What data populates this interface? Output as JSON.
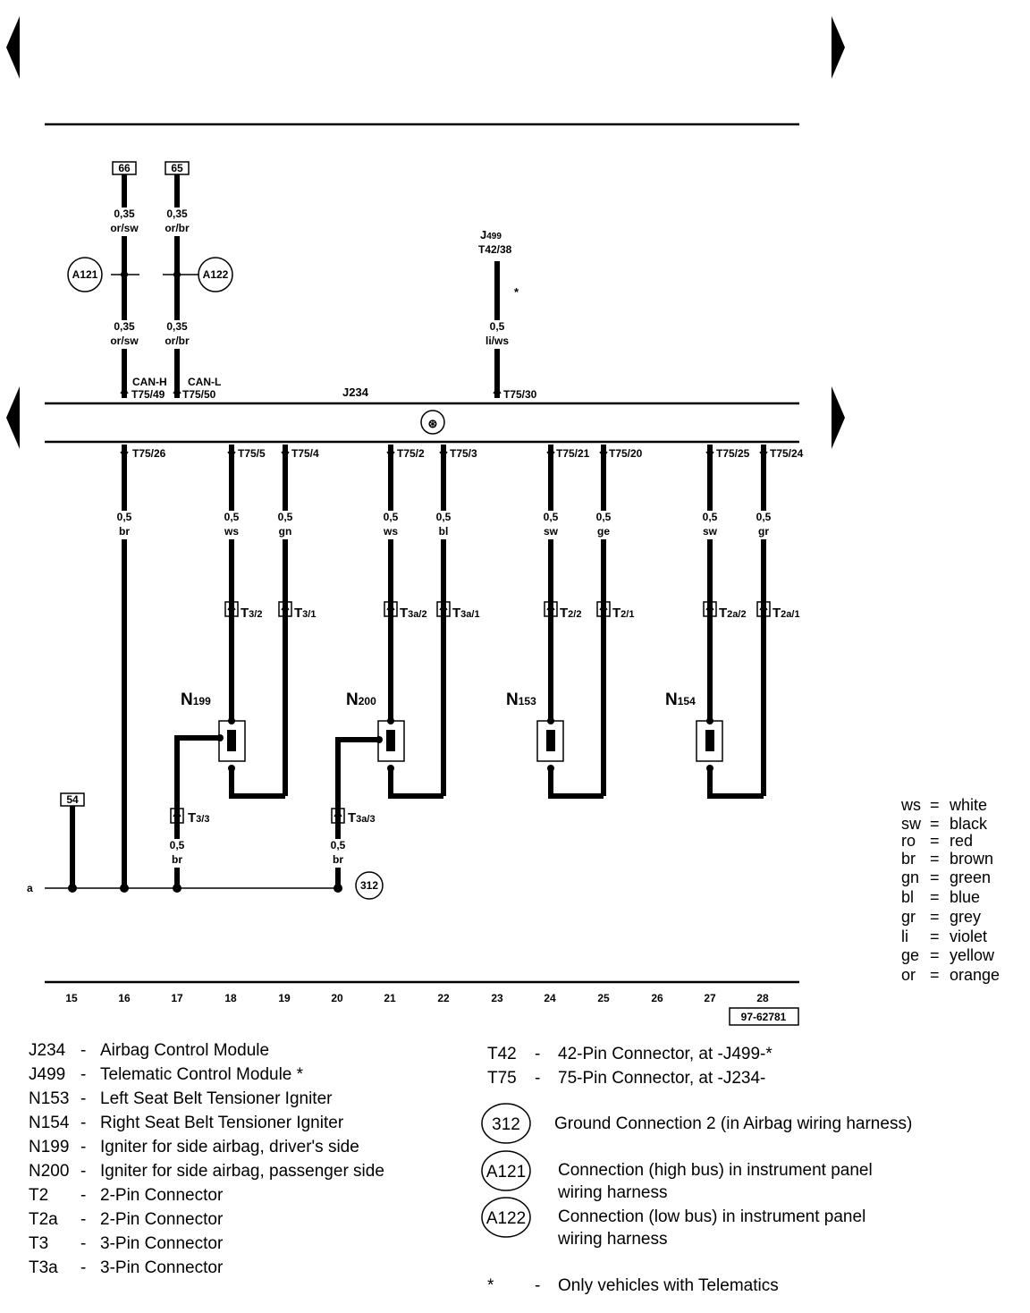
{
  "component_id": "J234",
  "connection_labels": {
    "G6": "66",
    "G5": "65",
    "A121": "A121",
    "A122": "A122",
    "J499": "J499",
    "T42_38": "T42/38",
    "star": "*",
    "ground_54": "54",
    "ground_312": "312",
    "a": "a",
    "can_h": "CAN-H",
    "can_l": "CAN-L",
    "igniter": "⊛"
  },
  "top_wires": [
    {
      "id": "g6-upper",
      "size": "0,35",
      "color": "or/sw"
    },
    {
      "id": "g5-upper",
      "size": "0,35",
      "color": "or/br"
    },
    {
      "id": "g6-lower",
      "size": "0,35",
      "color": "or/sw"
    },
    {
      "id": "g5-lower",
      "size": "0,35",
      "color": "or/br"
    },
    {
      "id": "j499",
      "size": "0,5",
      "color": "li/ws"
    }
  ],
  "top_pins": [
    "T75/49",
    "T75/50",
    "T75/30"
  ],
  "bottom_pins": [
    "T75/26",
    "T75/5",
    "T75/4",
    "T75/2",
    "T75/3",
    "T75/21",
    "T75/20",
    "T75/25",
    "T75/24"
  ],
  "bottom_wires": [
    {
      "size": "0,5",
      "color": "br"
    },
    {
      "size": "0,5",
      "color": "ws"
    },
    {
      "size": "0,5",
      "color": "gn"
    },
    {
      "size": "0,5",
      "color": "ws"
    },
    {
      "size": "0,5",
      "color": "bl"
    },
    {
      "size": "0,5",
      "color": "sw"
    },
    {
      "size": "0,5",
      "color": "ge"
    },
    {
      "size": "0,5",
      "color": "sw"
    },
    {
      "size": "0,5",
      "color": "gr"
    }
  ],
  "connectors": [
    {
      "main": "T",
      "sub": "3/2"
    },
    {
      "main": "T",
      "sub": "3/1"
    },
    {
      "main": "T",
      "sub": "3a/2"
    },
    {
      "main": "T",
      "sub": "3a/1"
    },
    {
      "main": "T",
      "sub": "2/2"
    },
    {
      "main": "T",
      "sub": "2/1"
    },
    {
      "main": "T",
      "sub": "2a/2"
    },
    {
      "main": "T",
      "sub": "2a/1"
    },
    {
      "main": "T",
      "sub": "3/3"
    },
    {
      "main": "T",
      "sub": "3a/3"
    }
  ],
  "components": [
    {
      "main": "N",
      "sub": "199"
    },
    {
      "main": "N",
      "sub": "200"
    },
    {
      "main": "N",
      "sub": "153"
    },
    {
      "main": "N",
      "sub": "154"
    }
  ],
  "ground_wires": [
    {
      "size": "0,5",
      "color": "br"
    },
    {
      "size": "0,5",
      "color": "br"
    }
  ],
  "column_numbers": [
    "15",
    "16",
    "17",
    "18",
    "19",
    "20",
    "21",
    "22",
    "23",
    "24",
    "25",
    "26",
    "27",
    "28"
  ],
  "diagram_code": "97-62781",
  "color_key": [
    {
      "code": "ws",
      "sep": "=",
      "name": "white"
    },
    {
      "code": "sw",
      "sep": "=",
      "name": "black"
    },
    {
      "code": "ro",
      "sep": "=",
      "name": "red"
    },
    {
      "code": "br",
      "sep": "=",
      "name": "brown"
    },
    {
      "code": "gn",
      "sep": "=",
      "name": "green"
    },
    {
      "code": "bl",
      "sep": "=",
      "name": "blue"
    },
    {
      "code": "gr",
      "sep": "=",
      "name": "grey"
    },
    {
      "code": "li",
      "sep": "=",
      "name": "violet"
    },
    {
      "code": "ge",
      "sep": "=",
      "name": "yellow"
    },
    {
      "code": "or",
      "sep": "=",
      "name": "orange"
    }
  ],
  "legend_left": [
    {
      "code": "J234",
      "sep": "-",
      "desc": "Airbag Control Module"
    },
    {
      "code": "J499",
      "sep": "-",
      "desc": "Telematic Control Module *"
    },
    {
      "code": "N153",
      "sep": "-",
      "desc": "Left Seat Belt Tensioner Igniter"
    },
    {
      "code": "N154",
      "sep": "-",
      "desc": "Right Seat Belt Tensioner Igniter"
    },
    {
      "code": "N199",
      "sep": "-",
      "desc": "Igniter for side airbag, driver's side"
    },
    {
      "code": "N200",
      "sep": "-",
      "desc": "Igniter for side airbag, passenger side"
    },
    {
      "code": "T2",
      "sep": "-",
      "desc": "2-Pin Connector"
    },
    {
      "code": "T2a",
      "sep": "-",
      "desc": "2-Pin Connector"
    },
    {
      "code": "T3",
      "sep": "-",
      "desc": "3-Pin Connector"
    },
    {
      "code": "T3a",
      "sep": "-",
      "desc": "3-Pin Connector"
    }
  ],
  "legend_right": [
    {
      "code": "T42",
      "sep": "-",
      "desc": "42-Pin Connector, at -J499-*"
    },
    {
      "code": "T75",
      "sep": "-",
      "desc": "75-Pin Connector, at -J234-"
    }
  ],
  "legend_circles": [
    {
      "code": "312",
      "desc1": "Ground Connection 2 (in Airbag wiring harness)",
      "desc2": ""
    },
    {
      "code": "A121",
      "desc1": "Connection (high bus) in instrument panel",
      "desc2": "wiring harness"
    },
    {
      "code": "A122",
      "desc1": "Connection (low bus) in instrument panel",
      "desc2": "wiring harness"
    }
  ],
  "legend_star": {
    "code": "*",
    "sep": "-",
    "desc": "Only vehicles with Telematics"
  }
}
